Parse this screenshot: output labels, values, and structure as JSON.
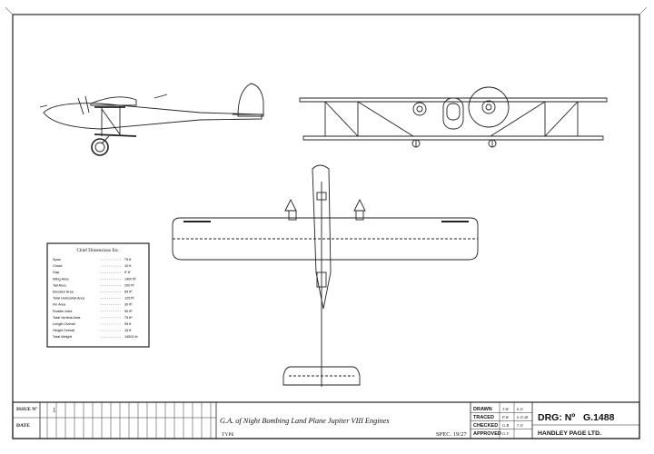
{
  "dimensions": {
    "heading": "Chief Dimensions Etc.",
    "rows": [
      {
        "label": "Span",
        "value": "75 ft"
      },
      {
        "label": "Chord",
        "value": "10 ft"
      },
      {
        "label": "Gap",
        "value": "9' 6\""
      },
      {
        "label": "Wing Area",
        "value": "1400 ft²"
      },
      {
        "label": "Tail Area",
        "value": "200 ft²"
      },
      {
        "label": "Elevator Area",
        "value": "65 ft²"
      },
      {
        "label": "Total Horizontal Area",
        "value": "125 ft²"
      },
      {
        "label": "Fin Area",
        "value": "30 ft²"
      },
      {
        "label": "Rudder Area",
        "value": "50 ft²"
      },
      {
        "label": "Total Vertical Area",
        "value": "75 ft²"
      },
      {
        "label": "Length Overall",
        "value": "55 ft"
      },
      {
        "label": "Height Overall",
        "value": "16 ft"
      },
      {
        "label": "Total Weight",
        "value": "14500 lb"
      }
    ]
  },
  "title_block": {
    "issue_label": "ISSUE Nº",
    "issue_value": "1",
    "date_label": "DATE",
    "title": "G.A. of Night Bombing Land Plane Jupiter VIII Engines",
    "type_label": "TYPE",
    "spec": "SPEC. 19/27",
    "signoffs": [
      {
        "label": "DRAWN",
        "name": "J.W.",
        "date": "6.11"
      },
      {
        "label": "TRACED",
        "name": "F.W.",
        "date": "6.11.28"
      },
      {
        "label": "CHECKED",
        "name": "G.R.",
        "date": "7.11"
      },
      {
        "label": "APPROVED",
        "name": "G.V.",
        "date": ""
      }
    ],
    "drg_label": "DRG: Nº",
    "drg_number": "G.1488",
    "company": "HANDLEY PAGE LTD."
  }
}
